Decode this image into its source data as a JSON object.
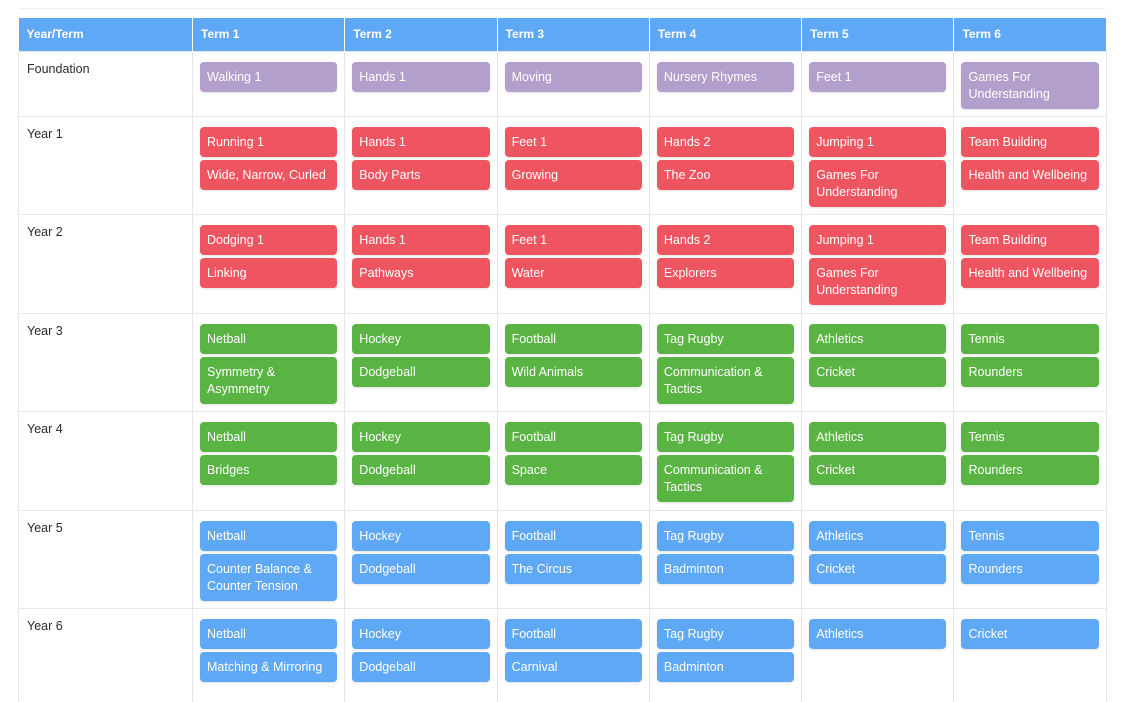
{
  "header": {
    "first": "Year/Term",
    "terms": [
      "Term 1",
      "Term 2",
      "Term 3",
      "Term 4",
      "Term 5",
      "Term 6"
    ]
  },
  "colors": {
    "purple": "#b39fcb",
    "red": "#ee5560",
    "green": "#59b443",
    "blue": "#5fa8f5"
  },
  "rows": [
    {
      "label": "Foundation",
      "color": "purple",
      "terms": [
        [
          "Walking 1"
        ],
        [
          "Hands 1"
        ],
        [
          "Moving"
        ],
        [
          "Nursery Rhymes"
        ],
        [
          "Feet 1"
        ],
        [
          "Games For Understanding"
        ]
      ]
    },
    {
      "label": "Year 1",
      "color": "red",
      "terms": [
        [
          "Running 1",
          "Wide, Narrow, Curled"
        ],
        [
          "Hands 1",
          "Body Parts"
        ],
        [
          "Feet 1",
          "Growing"
        ],
        [
          "Hands 2",
          "The Zoo"
        ],
        [
          "Jumping 1",
          "Games For Understanding"
        ],
        [
          "Team Building",
          "Health and Wellbeing"
        ]
      ]
    },
    {
      "label": "Year 2",
      "color": "red",
      "terms": [
        [
          "Dodging 1",
          "Linking"
        ],
        [
          "Hands 1",
          "Pathways"
        ],
        [
          "Feet 1",
          "Water"
        ],
        [
          "Hands 2",
          "Explorers"
        ],
        [
          "Jumping 1",
          "Games For Understanding"
        ],
        [
          "Team Building",
          "Health and Wellbeing"
        ]
      ]
    },
    {
      "label": "Year 3",
      "color": "green",
      "terms": [
        [
          "Netball",
          "Symmetry & Asymmetry"
        ],
        [
          "Hockey",
          "Dodgeball"
        ],
        [
          "Football",
          "Wild Animals"
        ],
        [
          "Tag Rugby",
          "Communication & Tactics"
        ],
        [
          "Athletics",
          "Cricket"
        ],
        [
          "Tennis",
          "Rounders"
        ]
      ]
    },
    {
      "label": "Year 4",
      "color": "green",
      "terms": [
        [
          "Netball",
          "Bridges"
        ],
        [
          "Hockey",
          "Dodgeball"
        ],
        [
          "Football",
          "Space"
        ],
        [
          "Tag Rugby",
          "Communication & Tactics"
        ],
        [
          "Athletics",
          "Cricket"
        ],
        [
          "Tennis",
          "Rounders"
        ]
      ]
    },
    {
      "label": "Year 5",
      "color": "blue",
      "terms": [
        [
          "Netball",
          "Counter Balance & Counter Tension"
        ],
        [
          "Hockey",
          "Dodgeball"
        ],
        [
          "Football",
          "The Circus"
        ],
        [
          "Tag Rugby",
          "Badminton"
        ],
        [
          "Athletics",
          "Cricket"
        ],
        [
          "Tennis",
          "Rounders"
        ]
      ]
    },
    {
      "label": "Year 6",
      "color": "blue",
      "terms": [
        [
          "Netball",
          "Matching & Mirroring"
        ],
        [
          "Hockey",
          "Dodgeball"
        ],
        [
          "Football",
          "Carnival"
        ],
        [
          "Tag Rugby",
          "Badminton"
        ],
        [
          "Athletics"
        ],
        [
          "Cricket"
        ]
      ]
    }
  ]
}
